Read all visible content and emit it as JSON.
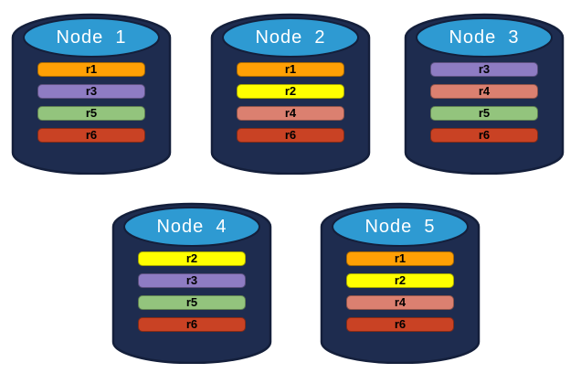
{
  "colors": {
    "background": "#FFFFFF",
    "cylinder_body": "#1E2C4F",
    "cylinder_outline": "#141F3B",
    "cylinder_top": "#2E9AD2",
    "node_title_text": "#FFFFFF",
    "replica_label_text": "#000000",
    "replicas": {
      "r1": "#FFA005",
      "r2": "#FFFF00",
      "r3": "#8E7CC3",
      "r4": "#DB8070",
      "r5": "#93C47D",
      "r6": "#C94224"
    }
  },
  "nodes": [
    {
      "label": "Node  1",
      "replicas": [
        "r1",
        "r3",
        "r5",
        "r6"
      ]
    },
    {
      "label": "Node  2",
      "replicas": [
        "r1",
        "r2",
        "r4",
        "r6"
      ]
    },
    {
      "label": "Node  3",
      "replicas": [
        "r3",
        "r4",
        "r5",
        "r6"
      ]
    },
    {
      "label": "Node  4",
      "replicas": [
        "r2",
        "r3",
        "r5",
        "r6"
      ]
    },
    {
      "label": "Node  5",
      "replicas": [
        "r1",
        "r2",
        "r4",
        "r6"
      ]
    }
  ]
}
